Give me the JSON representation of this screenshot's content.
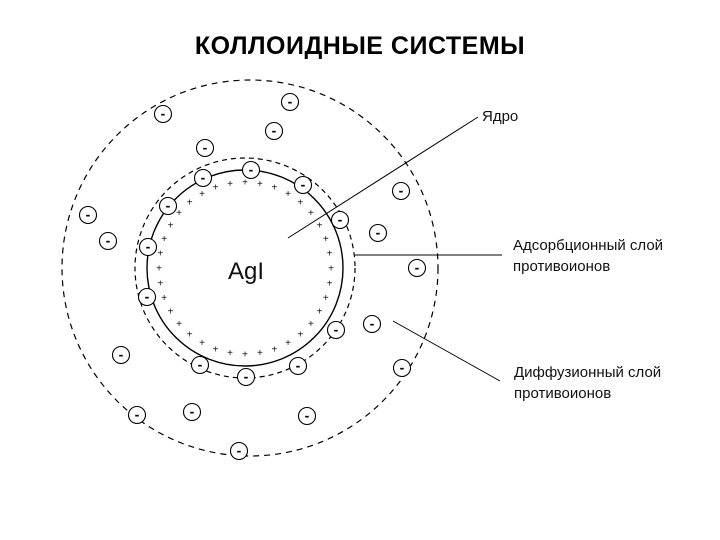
{
  "title": "КОЛЛОИДНЫЕ СИСТЕМЫ",
  "core_label": "AgI",
  "labels": {
    "nucleus": "Ядро",
    "adsorption_line1": "Адсорбционный слой",
    "adsorption_line2": "противоионов",
    "diffuse_line1": "Диффузионный слой",
    "diffuse_line2": "противоионов"
  },
  "symbols": {
    "counter_ion": "-",
    "potential_ion": "+"
  },
  "colors": {
    "line": "#000000",
    "background": "#ffffff"
  }
}
